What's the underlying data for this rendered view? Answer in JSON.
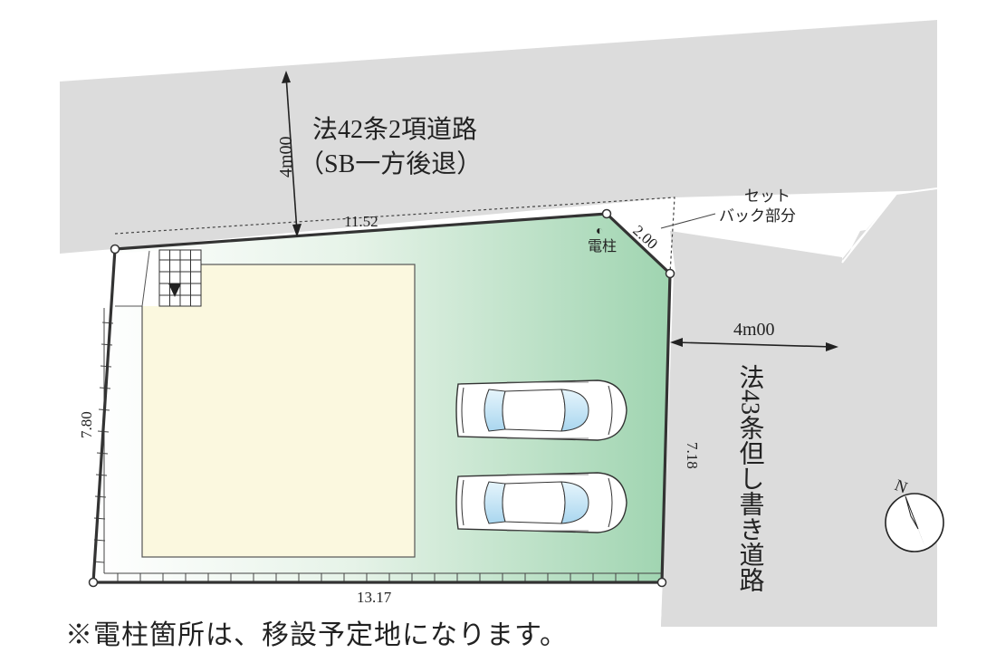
{
  "north_road": {
    "label_line1": "法42条2項道路",
    "label_line2": "（SB一方後退）",
    "width_label": "4m00"
  },
  "east_road": {
    "label_vertical": "法43条但し書き道路",
    "width_label": "4m00"
  },
  "setback": {
    "label_line1": "セット",
    "label_line2": "バック部分"
  },
  "utility_pole": {
    "label": "電柱",
    "symbol": "◐"
  },
  "dimensions": {
    "north": "11.52",
    "corner": "2.00",
    "east": "7.18",
    "west": "7.80",
    "south": "13.17"
  },
  "compass": {
    "label": "N"
  },
  "note": "※電柱箇所は、移設予定地になります。",
  "colors": {
    "road": "#dcdcdc",
    "lot_green": "#a8d8b8",
    "building": "#fbf8df",
    "car_window": "#bfe3f5"
  }
}
